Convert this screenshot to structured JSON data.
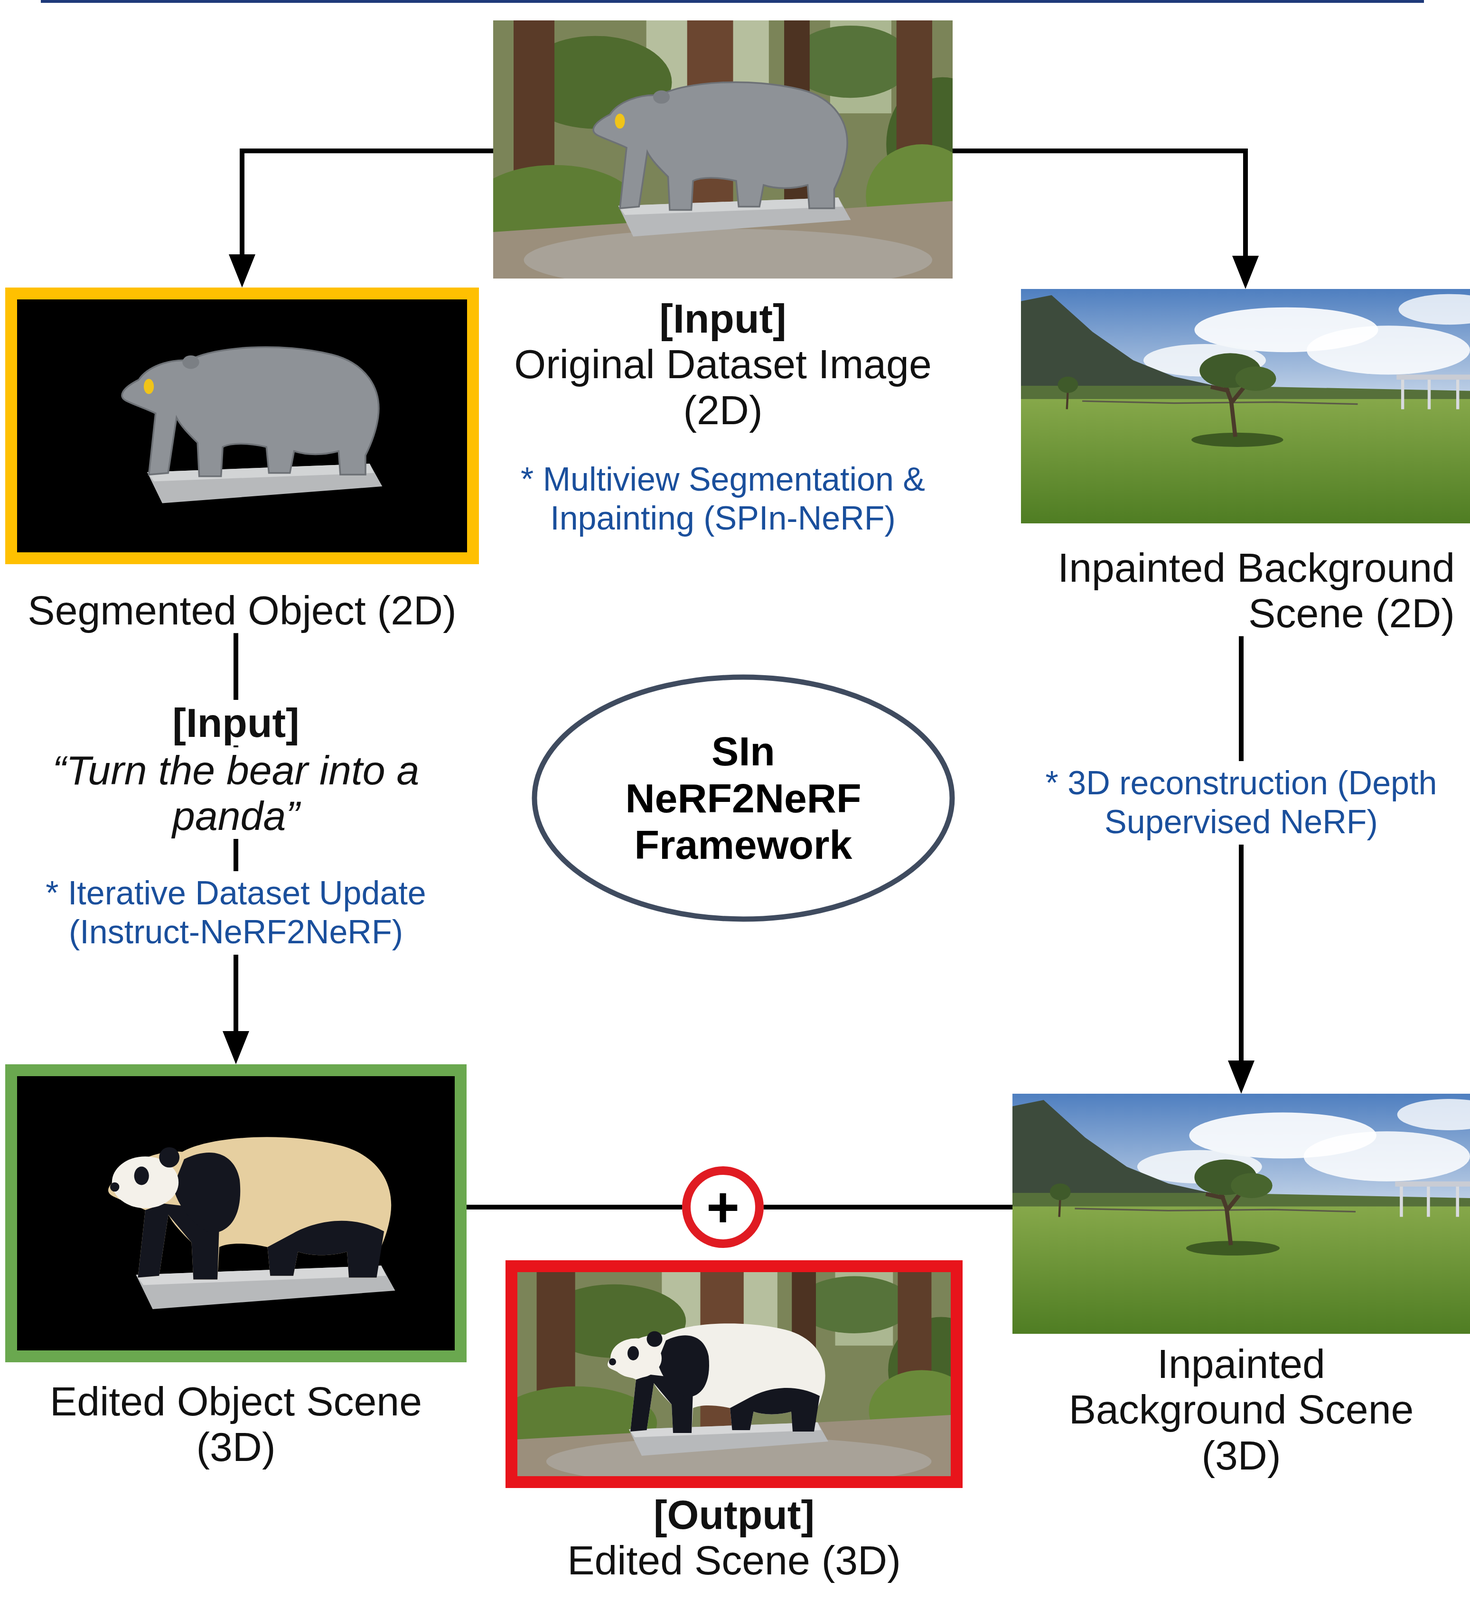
{
  "diagram": {
    "nodes": [
      {
        "text": [
          "[Input]",
          "Original Dataset Image (2D)"
        ]
      },
      {
        "text": [
          "Segmented Object (2D)"
        ]
      },
      {
        "text": [
          "Inpainted Background Scene (2D)"
        ]
      },
      {
        "text": [
          "SIn NeRF2NeRF Framework"
        ]
      },
      {
        "text": [
          "Edited Object Scene (3D)"
        ]
      },
      {
        "text": [
          "+"
        ]
      },
      {
        "text": [
          "Inpainted Background Scene (3D)"
        ]
      },
      {
        "text": [
          "[Output]",
          "Edited Scene (3D)"
        ]
      }
    ],
    "edges": [
      {
        "from": 0,
        "to": 1,
        "arrow": "to"
      },
      {
        "from": 0,
        "to": 2,
        "arrow": "to"
      },
      {
        "from": 1,
        "to": 4,
        "arrow": "to",
        "label": "* Iterative Dataset Update (Instruct-NeRF2NeRF)"
      },
      {
        "from": 2,
        "to": 6,
        "arrow": "to",
        "label": "* 3D reconstruction (Depth Supervised NeRF)"
      },
      {
        "from": 4,
        "to": 5,
        "arrow": "none"
      },
      {
        "from": 6,
        "to": 5,
        "arrow": "none"
      }
    ],
    "labels": [
      "* Multiview Segmentation & Inpainting (SPIn-NeRF)",
      "[Input]",
      "“Turn the bear into a panda”"
    ]
  }
}
